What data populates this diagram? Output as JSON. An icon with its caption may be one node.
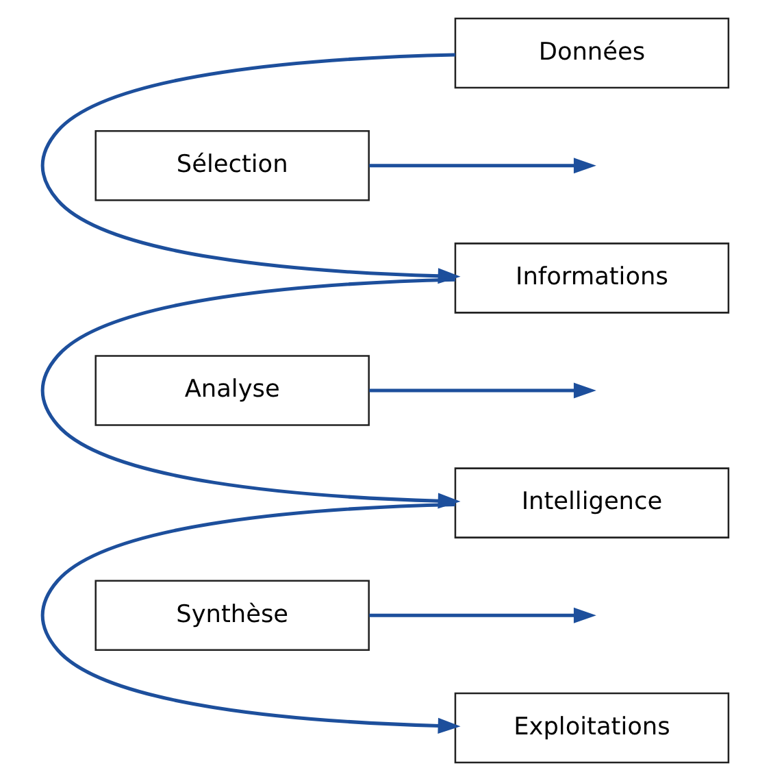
{
  "diagram": {
    "nodes": [
      {
        "text": [
          "Données"
        ]
      },
      {
        "text": [
          "Informations"
        ]
      },
      {
        "text": [
          "Intelligence"
        ]
      },
      {
        "text": [
          "Exploitations"
        ]
      },
      {
        "text": [
          "Sélection"
        ]
      },
      {
        "text": [
          "Analyse"
        ]
      },
      {
        "text": [
          "Synthèse"
        ]
      }
    ],
    "edges": [
      {
        "from": 0,
        "to": 1,
        "arrow": "to"
      },
      {
        "from": 4,
        "to": null,
        "arrow": "to"
      },
      {
        "from": 1,
        "to": 2,
        "arrow": "to"
      },
      {
        "from": 5,
        "to": null,
        "arrow": "to"
      },
      {
        "from": 2,
        "to": 3,
        "arrow": "to"
      },
      {
        "from": 6,
        "to": null,
        "arrow": "to"
      }
    ]
  }
}
